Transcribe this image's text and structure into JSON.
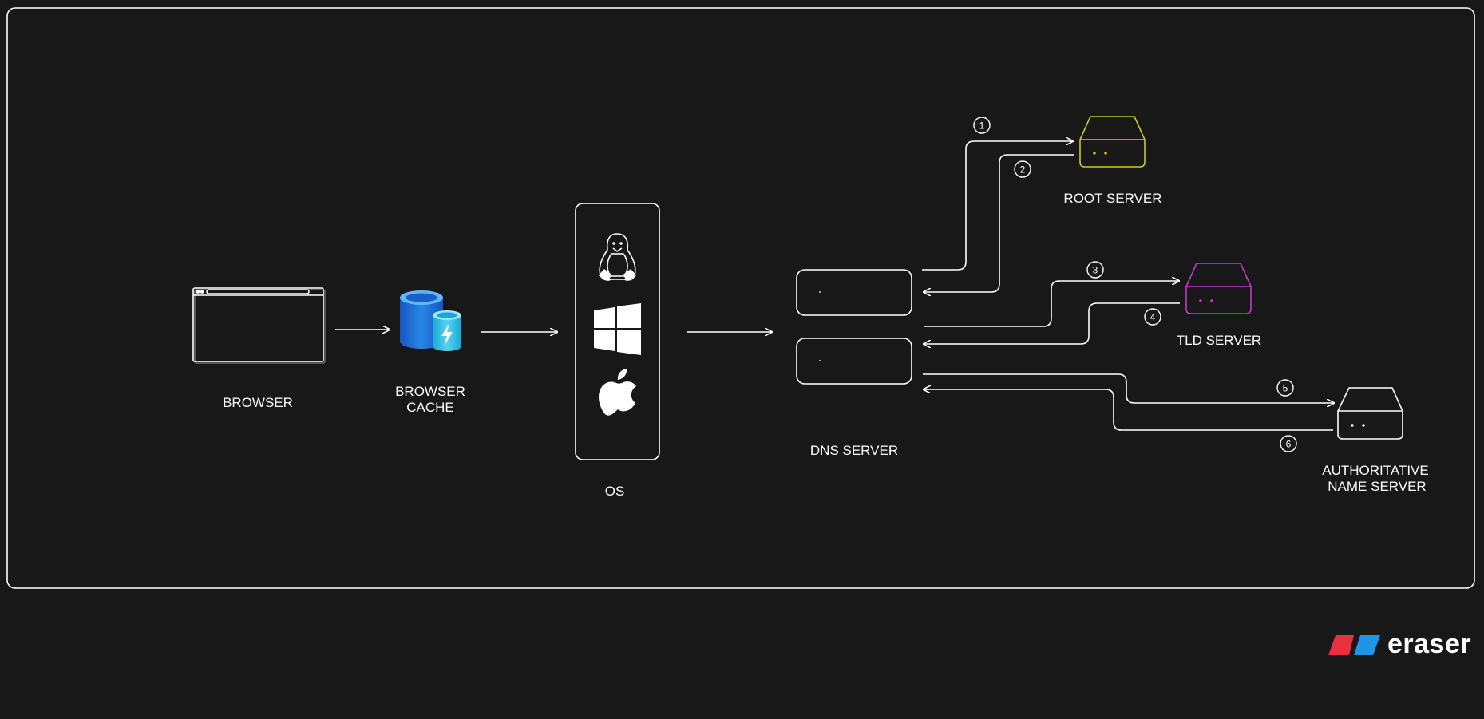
{
  "diagram": {
    "browser": {
      "label": "BROWSER"
    },
    "browser_cache": {
      "label_lines": [
        "BROWSER",
        "CACHE"
      ]
    },
    "os": {
      "label": "OS",
      "icons": [
        "linux-icon",
        "windows-icon",
        "apple-icon"
      ]
    },
    "dns_server": {
      "label": "DNS SERVER"
    },
    "root_server": {
      "label": "ROOT SERVER",
      "color": "#c9c928"
    },
    "tld_server": {
      "label": "TLD SERVER",
      "color": "#c23ac8"
    },
    "authoritative_server": {
      "label_lines": [
        "AUTHORITATIVE",
        "NAME SERVER"
      ],
      "color": "#ffffff"
    },
    "steps": [
      "1",
      "2",
      "3",
      "4",
      "5",
      "6"
    ]
  },
  "branding": {
    "logo_text": "eraser",
    "logo_colors": [
      "#e8303f",
      "#1e96e8"
    ]
  },
  "colors": {
    "background": "#181818",
    "stroke": "#ffffff",
    "cache_blue": "#1f73d9",
    "cache_cyan": "#3fc6ea"
  }
}
